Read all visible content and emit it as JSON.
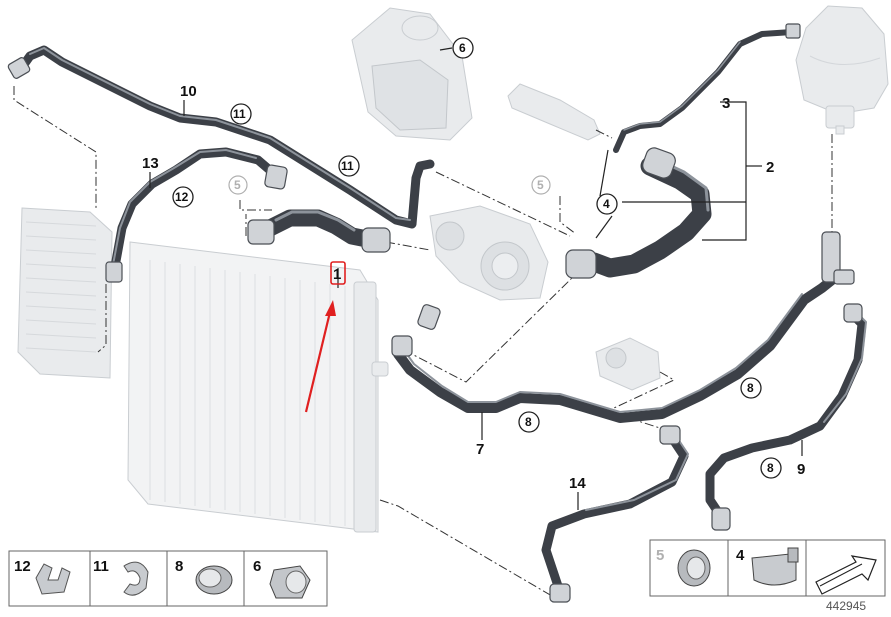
{
  "diagram": {
    "part_numbers": {
      "p1": "1",
      "p2": "2",
      "p3": "3",
      "p4": "4",
      "p5a": "5",
      "p5b": "5",
      "p6": "6",
      "p7": "7",
      "p8a": "8",
      "p8b": "8",
      "p8c": "8",
      "p9": "9",
      "p10": "10",
      "p11a": "11",
      "p11b": "11",
      "p12": "12",
      "p13": "13",
      "p14": "14"
    },
    "legend_left": [
      {
        "number": "12"
      },
      {
        "number": "11"
      },
      {
        "number": "8"
      },
      {
        "number": "6"
      }
    ],
    "legend_right": [
      {
        "number": "5"
      },
      {
        "number": "4"
      }
    ],
    "diagram_id": "442945",
    "colors": {
      "highlight_arrow": "#e02020",
      "hose": "#3c4047",
      "ghost_part": "#e9ebed"
    }
  }
}
